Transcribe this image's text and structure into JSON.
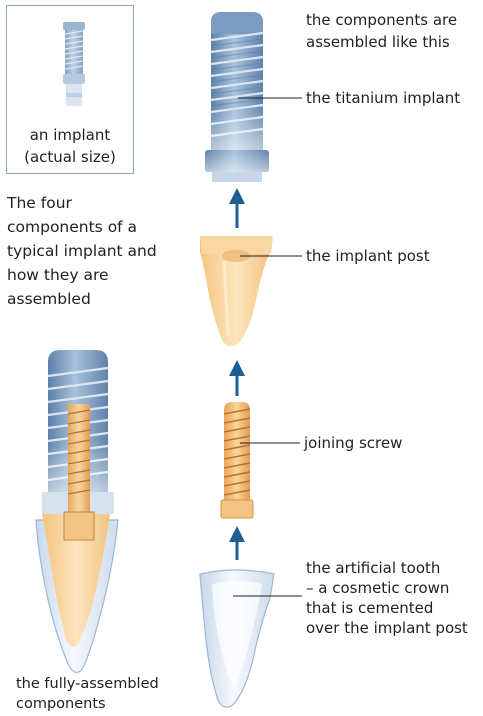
{
  "actual_size_box": {
    "line1": "an implant",
    "line2": "(actual size)"
  },
  "intro": {
    "lines": [
      "The four",
      "components of a",
      "typical implant and",
      "how they are",
      "assembled"
    ]
  },
  "top_note": {
    "lines": [
      "the components are",
      "assembled like this"
    ]
  },
  "labels": {
    "titanium_implant": "the titanium implant",
    "implant_post": "the implant post",
    "joining_screw": "joining screw",
    "artificial_tooth": [
      "the artificial tooth",
      "– a cosmetic crown",
      "that is cemented",
      "over the implant post"
    ]
  },
  "assembled_caption": {
    "lines": [
      "the fully-assembled",
      "components"
    ]
  },
  "colors": {
    "implant_blue": "#7c9cc0",
    "post_orange": "#f6cf92",
    "screw_orange": "#eeb56d",
    "arrow_blue": "#1a5f96",
    "crown_blue": "#dfe9f4",
    "frame_blue": "#86a8cf"
  }
}
